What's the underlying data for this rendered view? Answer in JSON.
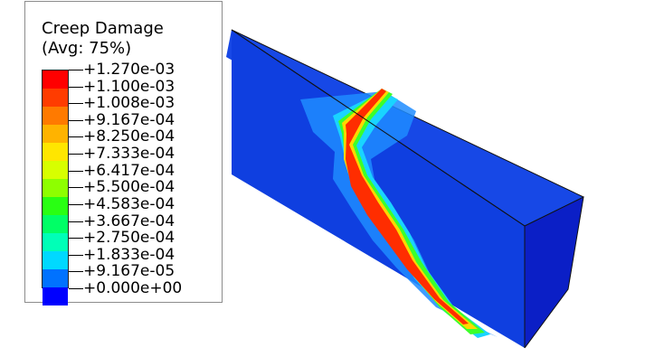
{
  "legend": {
    "title": "Creep Damage",
    "subtitle": "(Avg: 75%)",
    "labels": [
      "+1.270e-03",
      "+1.100e-03",
      "+1.008e-03",
      "+9.167e-04",
      "+8.250e-04",
      "+7.333e-04",
      "+6.417e-04",
      "+5.500e-04",
      "+4.583e-04",
      "+3.667e-04",
      "+2.750e-04",
      "+1.833e-04",
      "+9.167e-05",
      "+0.000e+00"
    ],
    "colors": [
      "#ff0000",
      "#ff3c00",
      "#ff7a00",
      "#ffb300",
      "#ffe600",
      "#d7ff00",
      "#8eff00",
      "#29ff13",
      "#00ff66",
      "#00ffb7",
      "#00d9ff",
      "#0072ff",
      "#0000ff"
    ]
  },
  "model": {
    "base_color": "#0f3fe0",
    "right_face_color": "#0b1fc6",
    "front_color": "#0f3fe0"
  }
}
